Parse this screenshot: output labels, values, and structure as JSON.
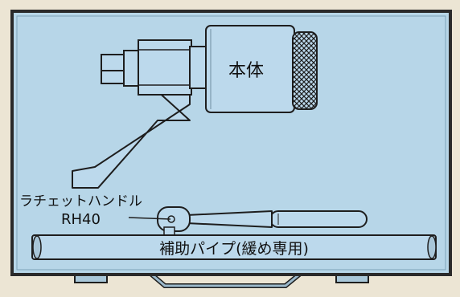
{
  "labels": {
    "main_body": "本体",
    "ratchet_handle": "ラチェットハンドル",
    "ratchet_model": "RH40",
    "aux_pipe": "補助パイプ(緩め専用)"
  },
  "colors": {
    "background": "#ece5d4",
    "case_fill": "#b7d6e8",
    "case_border": "#2a2a2a",
    "tool_fill": "#bcd9ec",
    "outline": "#1e1e1e"
  }
}
